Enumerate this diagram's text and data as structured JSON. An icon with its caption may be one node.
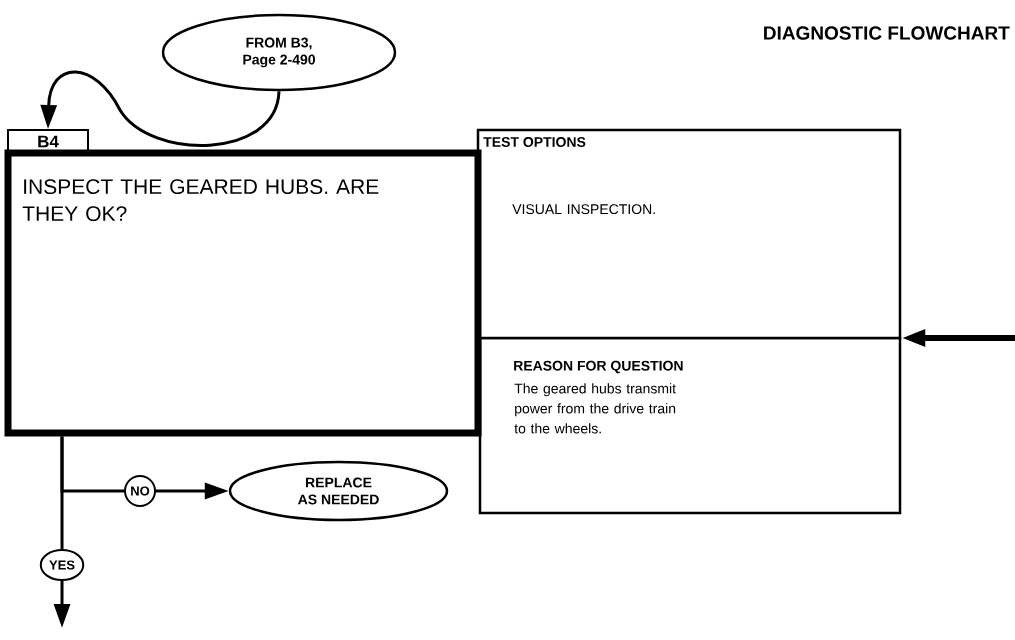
{
  "diagram": {
    "title": "DIAGNOSTIC FLOWCHART",
    "nodes": [
      {
        "text": [
          "FROM B3, Page 2-490"
        ]
      },
      {
        "text": [
          "B4"
        ]
      },
      {
        "text": [
          "INSPECT THE GEARED HUBS. ARE THEY OK?"
        ]
      },
      {
        "text": [
          "TEST OPTIONS",
          "VISUAL INSPECTION."
        ]
      },
      {
        "text": [
          "REASON FOR QUESTION",
          "The geared hubs transmit power from the drive train to the wheels."
        ]
      },
      {
        "text": [
          "REPLACE AS NEEDED"
        ]
      }
    ],
    "edges": [
      {
        "from": 0,
        "to": 1,
        "arrow": "to"
      },
      {
        "from": 2,
        "to": 5,
        "arrow": "to",
        "label": "NO"
      },
      {
        "from": 2,
        "to": null,
        "arrow": "to",
        "label": "YES"
      },
      {
        "from": null,
        "to": 3,
        "arrow": "to",
        "style": "thick"
      }
    ]
  }
}
